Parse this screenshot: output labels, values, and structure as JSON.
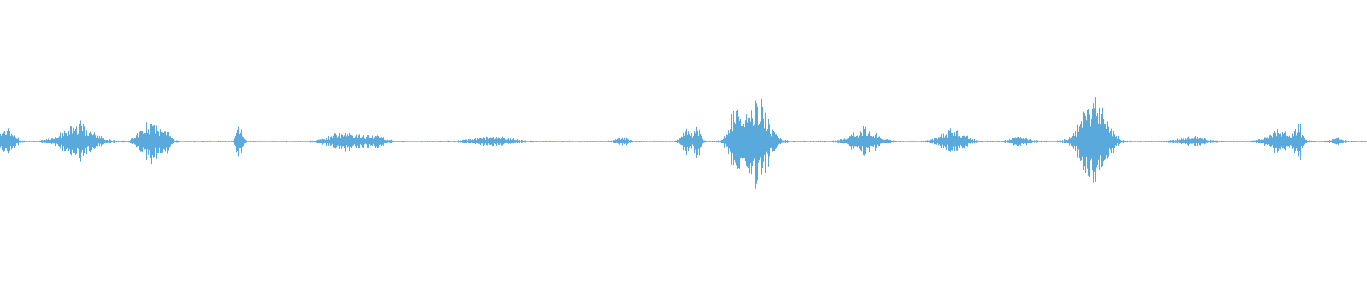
{
  "waveform": {
    "color": "#5aa9dd",
    "background": "#ffffff",
    "bursts": [
      {
        "at": 0.004,
        "level": 0.12,
        "spread": 0.005
      },
      {
        "at": 0.057,
        "level": 0.16,
        "spread": 0.01
      },
      {
        "at": 0.109,
        "level": 0.18,
        "spread": 0.006
      },
      {
        "at": 0.121,
        "level": 0.09,
        "spread": 0.003
      },
      {
        "at": 0.175,
        "level": 0.17,
        "spread": 0.002
      },
      {
        "at": 0.252,
        "level": 0.08,
        "spread": 0.01
      },
      {
        "at": 0.275,
        "level": 0.05,
        "spread": 0.006
      },
      {
        "at": 0.36,
        "level": 0.04,
        "spread": 0.012
      },
      {
        "at": 0.455,
        "level": 0.03,
        "spread": 0.004
      },
      {
        "at": 0.502,
        "level": 0.1,
        "spread": 0.003
      },
      {
        "at": 0.51,
        "level": 0.17,
        "spread": 0.002
      },
      {
        "at": 0.537,
        "level": 0.22,
        "spread": 0.004
      },
      {
        "at": 0.553,
        "level": 0.35,
        "spread": 0.008
      },
      {
        "at": 0.632,
        "level": 0.12,
        "spread": 0.008
      },
      {
        "at": 0.697,
        "level": 0.1,
        "spread": 0.008
      },
      {
        "at": 0.746,
        "level": 0.04,
        "spread": 0.006
      },
      {
        "at": 0.8,
        "level": 0.4,
        "spread": 0.008
      },
      {
        "at": 0.872,
        "level": 0.04,
        "spread": 0.008
      },
      {
        "at": 0.937,
        "level": 0.1,
        "spread": 0.008
      },
      {
        "at": 0.95,
        "level": 0.14,
        "spread": 0.002
      },
      {
        "at": 0.978,
        "level": 0.04,
        "spread": 0.003
      }
    ]
  }
}
